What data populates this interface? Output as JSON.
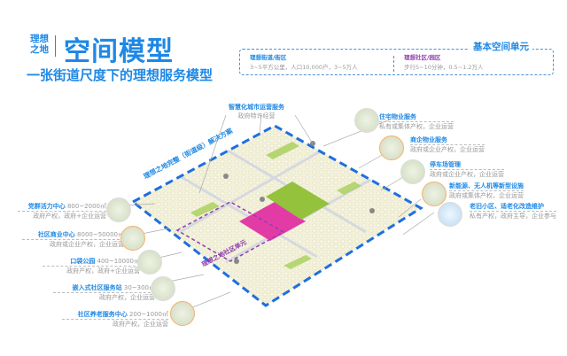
{
  "header": {
    "brand": "理想之地",
    "title": "空间模型",
    "subtitle": "一张街道尺度下的理想服务模型"
  },
  "units": {
    "title": "基本空间单元",
    "street": {
      "name": "理想街道/街区",
      "desc": "3~5平方公里，人口10,000户，3~5万人"
    },
    "community": {
      "name": "理想社区/园区",
      "desc": "步行5~10分钟，0.5~1.2万人"
    }
  },
  "map": {
    "outer_label": "理想之地完整（街道级）解决方案",
    "inner_label": "理想之地社区单元"
  },
  "top_callout": {
    "name": "智慧化城市运营服务",
    "desc": "政府特许经营"
  },
  "left_callouts": [
    {
      "name": "党群活力中心",
      "size": "800~2000㎡",
      "desc": "政府产权，政府+企业运营"
    },
    {
      "name": "社区商业中心",
      "size": "8000~50000㎡",
      "desc": "政府或企业产权，企业运营"
    },
    {
      "name": "口袋公园",
      "size": "400~10000㎡",
      "desc": "政府产权，政府+企业运营"
    },
    {
      "name": "嵌入式社区服务站",
      "size": "30~300㎡",
      "desc": "政府产权，企业运营"
    },
    {
      "name": "社区养老服务中心",
      "size": "200~1000㎡",
      "desc": "政府产权，企业运营"
    }
  ],
  "right_callouts": [
    {
      "name": "住宅物业服务",
      "desc": "私有或集体产权，企业运营"
    },
    {
      "name": "商企物业服务",
      "desc": "政府或企业产权，企业运营"
    },
    {
      "name": "停车场管理",
      "desc": "政府或企业产权，企业运营"
    },
    {
      "name": "新能源、无人机等新型设施",
      "desc": "政府或集体产权，企业运营"
    },
    {
      "name": "老旧小区、适老化改造维护",
      "desc": "私有产权，政府主导，企业参与"
    }
  ]
}
